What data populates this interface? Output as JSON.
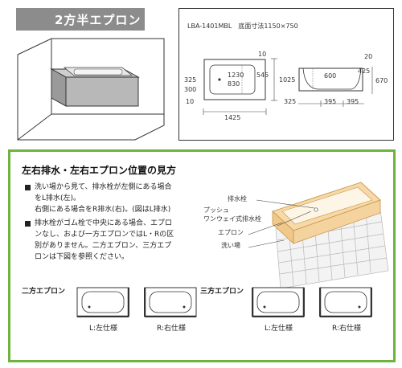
{
  "header": {
    "title": "2方半エプロン"
  },
  "spec": {
    "title": "LBA-1401MBL　底面寸法1150×750",
    "plan_dims": {
      "d10_top": "10",
      "d325": "325",
      "d1230": "1230",
      "d545": "545",
      "d1025": "1025",
      "d300": "300",
      "d830": "830",
      "d10_bottom": "10",
      "d1425": "1425"
    },
    "side_dims": {
      "d20": "20",
      "d600": "600",
      "d425": "425",
      "d670": "670",
      "d325": "325",
      "d395a": "395",
      "d395b": "395"
    }
  },
  "panel": {
    "title": "左右排水・左右エプロン位置の見方",
    "para1": [
      "洗い場から見て、排水栓が左側にある場合",
      "をL排水(左)。",
      "右側にある場合をR排水(右)。(図はL排水)"
    ],
    "para2": [
      "排水栓がゴム栓で中央にある場合、エプロ",
      "ンなし、および一方エプロンではL・Rの区",
      "別がありません。二方エプロン、三方エプ",
      "ロンは下図を参照ください。"
    ],
    "callouts": {
      "drain": "排水栓",
      "push_1": "プッシュ",
      "push_2": "ワンウェイ式排水栓",
      "apron": "エプロン",
      "wash_area": "洗い場"
    },
    "two_apron": {
      "heading": "二方エプロン",
      "left_caption": "L:左仕様",
      "right_caption": "R:右仕様"
    },
    "three_apron": {
      "heading": "三方エプロン",
      "left_caption": "L:左仕様",
      "right_caption": "R:右仕様"
    }
  }
}
